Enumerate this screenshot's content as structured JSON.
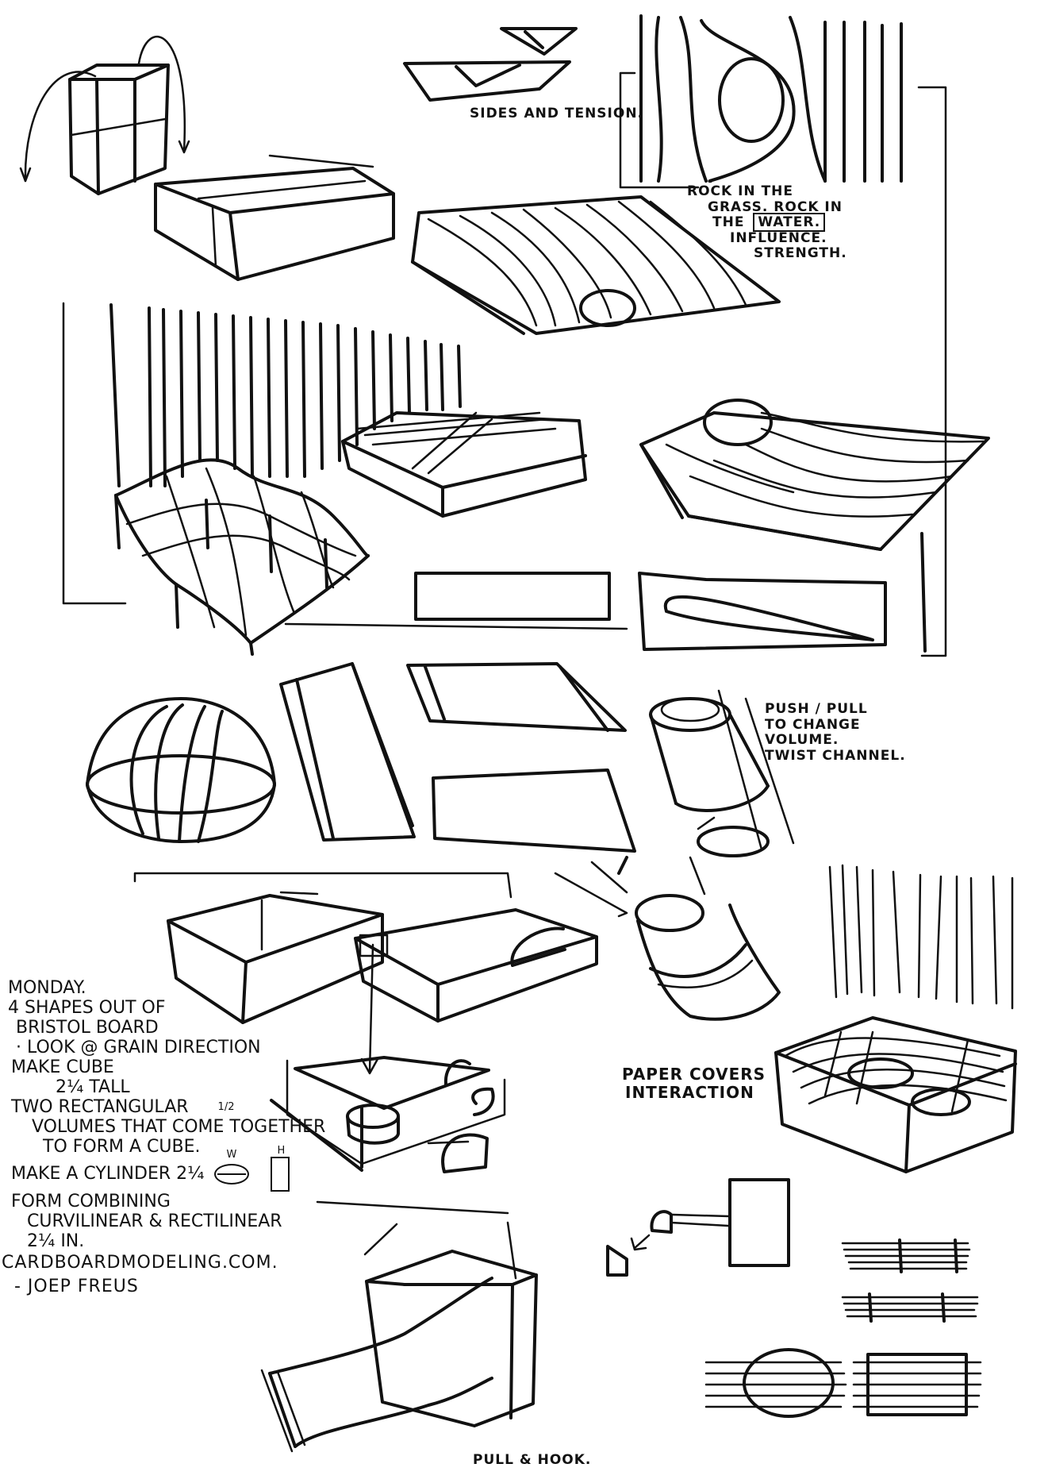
{
  "notes": {
    "sides_tension": "SIDES AND TENSION.",
    "rock_lines": [
      "ROCK IN THE",
      "GRASS. ROCK IN",
      "THE",
      "INFLUENCE.",
      "STRENGTH."
    ],
    "rock_boxed": "WATER.",
    "push_pull_lines": [
      "PUSH / PULL",
      "TO CHANGE",
      "VOLUME.",
      "TWIST CHANNEL."
    ],
    "paper_covers_lines": [
      "PAPER COVERS",
      "INTERACTION"
    ],
    "pull_hook": "PULL & HOOK."
  },
  "monday_notes": {
    "lines": [
      "MONDAY.",
      "4 SHAPES OUT OF",
      "BRISTOL BOARD",
      "· LOOK @ GRAIN DIRECTION",
      "MAKE CUBE",
      "2¼ TALL",
      "TWO RECTANGULAR",
      "VOLUMES THAT COME TOGETHER",
      "TO FORM A CUBE.",
      "MAKE A CYLINDER 2¼",
      "FORM COMBINING",
      "CURVILINEAR & RECTILINEAR",
      "2¼ IN."
    ],
    "fraction": "1/2",
    "w_label": "W",
    "h_label": "H",
    "website": "CARDBOARDMODELING.COM.",
    "author": "- JOEP FREUS"
  }
}
